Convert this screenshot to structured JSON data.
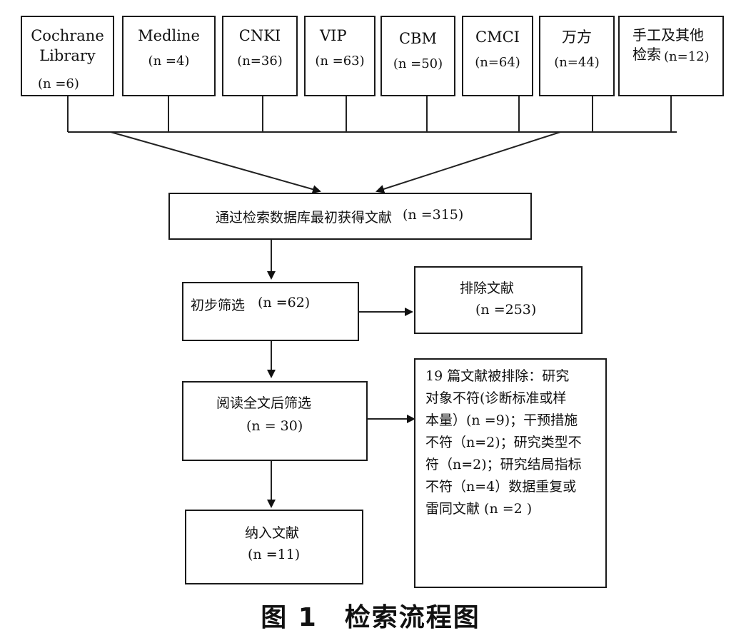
{
  "sources": [
    {
      "name": "Cochrane\nLibrary",
      "count": "(n =6)"
    },
    {
      "name": "Medline",
      "count": "(n =4)"
    },
    {
      "name": "CNKI",
      "count": "(n=36)"
    },
    {
      "name": "VIP",
      "count": "(n =63)"
    },
    {
      "name": "CBM",
      "count": "(n =50)"
    },
    {
      "name": "CMCI",
      "count": "(n=64)"
    },
    {
      "name": "万方",
      "count": "(n=44)"
    },
    {
      "name": "手工及其他\n检索",
      "count": "(n=12)"
    }
  ],
  "initial": {
    "label": "通过检索数据库最初获得文献",
    "count": "(n =315)"
  },
  "prelim": {
    "label": "初步筛选",
    "count": "(n =62)"
  },
  "excluded1": {
    "label": "排除文献",
    "count": "(n =253)"
  },
  "fulltext": {
    "label": "阅读全文后筛选",
    "count": "(n = 30)"
  },
  "excluded2": {
    "text": "19 篇文献被排除：研究\n对象不符(诊断标准或样\n本量）(n =9)；干预措施\n不符（n=2)；研究类型不\n符（n=2)；研究结局指标\n不符（n=4）数据重复或\n雷同文献 (n =2 )"
  },
  "included": {
    "label": "纳入文献",
    "count": "(n =11)"
  },
  "caption": "图 1　检索流程图"
}
